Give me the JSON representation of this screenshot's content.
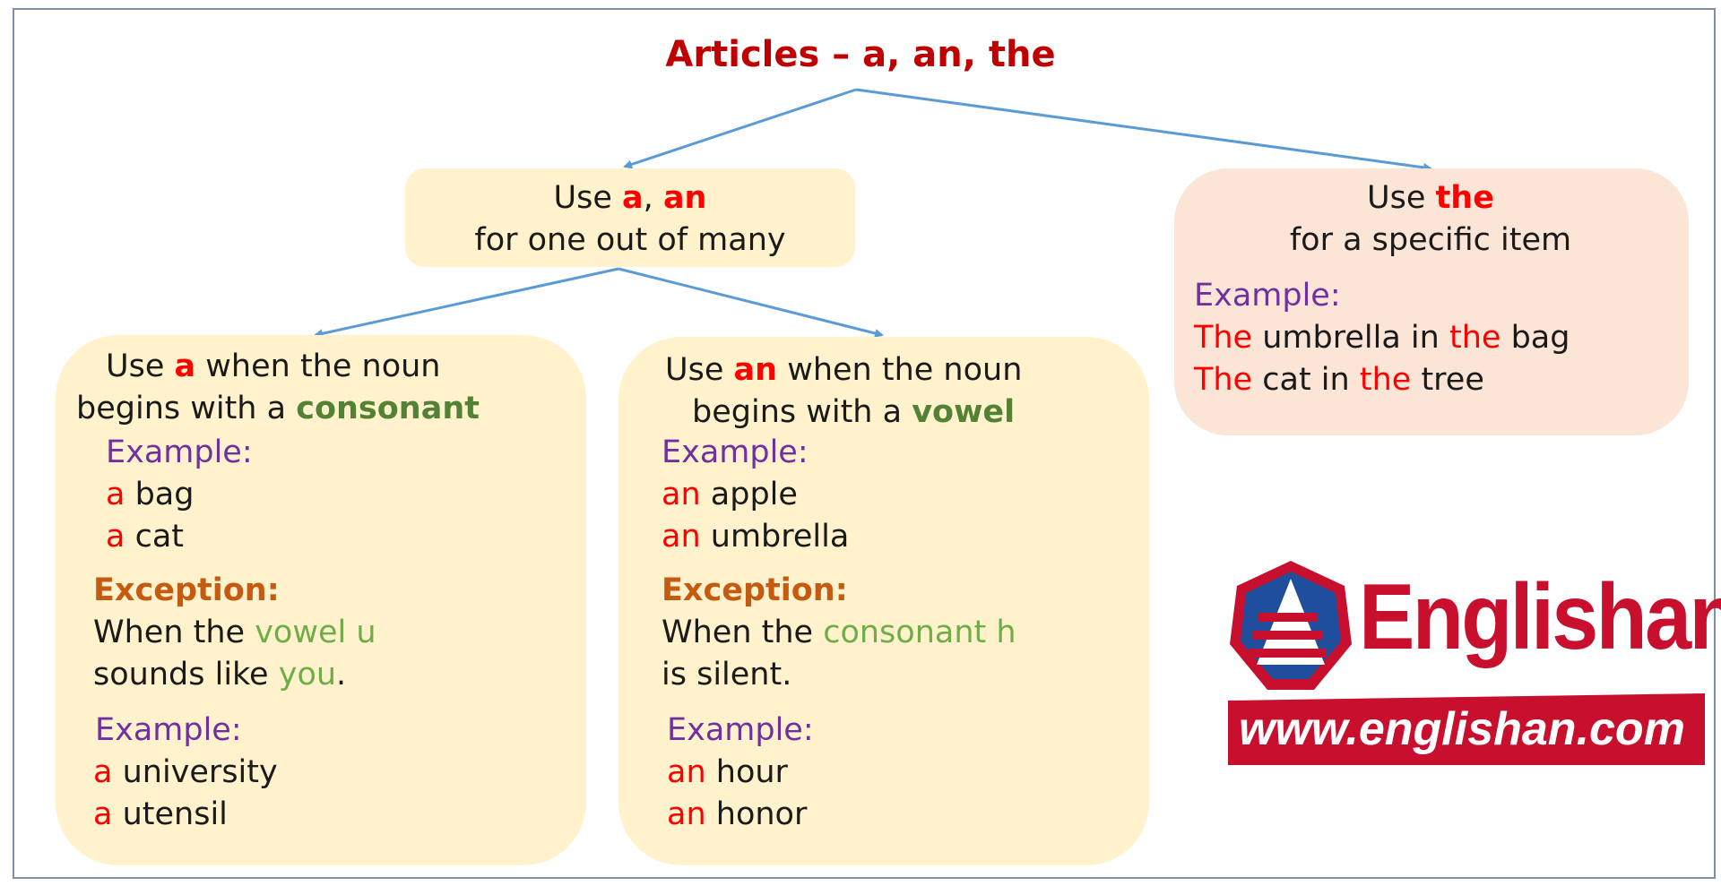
{
  "title": "Articles – a, an, the",
  "colors": {
    "title": "#c00000",
    "article_highlight": "#ff0000",
    "connector": "#5b9bd5",
    "box_yellow": "#fff2cc",
    "box_peach": "#fbe5d6",
    "label_example": "#7030a0",
    "label_exception": "#c55a11",
    "term_green": "#548235",
    "brand_red": "#c8102e"
  },
  "a_an_box": {
    "l1_prefix": "Use",
    "l1_a": "a",
    "l1_comma": ",",
    "l1_an": "an",
    "l2": "for one out of many"
  },
  "the_box": {
    "l1_prefix": "Use",
    "l1_the": "the",
    "l2": "for a specific item",
    "example_label": "Example:",
    "ex1": {
      "w1": "The",
      "mid": "umbrella in",
      "w2": "the",
      "end": "bag"
    },
    "ex2": {
      "w1": "The",
      "mid": "cat in",
      "w2": "the",
      "end": "tree"
    }
  },
  "a_box": {
    "l1_use": "Use",
    "l1_a": "a",
    "l1_rest": "when the noun",
    "l2_prefix": "begins with a",
    "l2_term": "consonant",
    "example_label": "Example:",
    "examples": [
      {
        "article": "a",
        "word": "bag"
      },
      {
        "article": "a",
        "word": "cat"
      }
    ],
    "exception_label": "Exception:",
    "exc1_prefix": "When the",
    "exc1_term": "vowel u",
    "exc2_prefix": "sounds like",
    "exc2_term": "you",
    "exc2_end": ".",
    "example2_label": "Example:",
    "examples2": [
      {
        "article": "a",
        "word": "university"
      },
      {
        "article": "a",
        "word": "utensil"
      }
    ]
  },
  "an_box": {
    "l1_use": "Use",
    "l1_an": "an",
    "l1_rest": "when the noun",
    "l2_prefix": "begins with a",
    "l2_term": "vowel",
    "example_label": "Example:",
    "examples": [
      {
        "article": "an",
        "word": "apple"
      },
      {
        "article": "an",
        "word": "umbrella"
      }
    ],
    "exception_label": "Exception:",
    "exc1_prefix": "When the",
    "exc1_term": "consonant h",
    "exc2": "is silent.",
    "example2_label": "Example:",
    "examples2": [
      {
        "article": "an",
        "word": "hour"
      },
      {
        "article": "an",
        "word": "honor"
      }
    ]
  },
  "logo": {
    "wordmark": "Englishan",
    "url": "www.englishan.com"
  }
}
